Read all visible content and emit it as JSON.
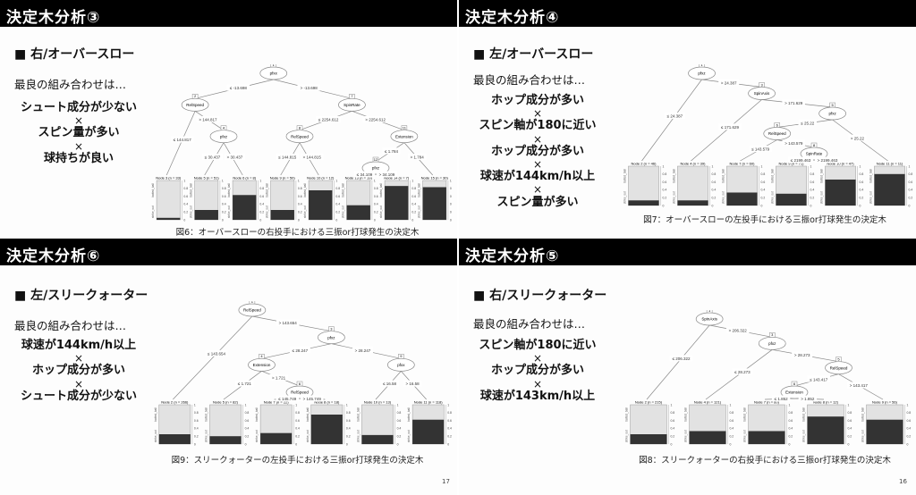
{
  "panels": {
    "p3": {
      "title": "決定木分析③",
      "heading": "■ 右/オーバースロー",
      "intro": "最良の組み合わせは…",
      "items": [
        "シュート成分が少ない",
        "スピン量が多い",
        "球持ちが良い"
      ],
      "times": "×",
      "caption": "図6：オーバースローの右投手における三振or打球発生の決定木"
    },
    "p4": {
      "title": "決定木分析④",
      "heading": "■ 左/オーバースロー",
      "intro": "最良の組み合わせは…",
      "items": [
        "ホップ成分が多い",
        "スピン軸が180に近い",
        "ホップ成分が多い",
        "球速が144km/h以上",
        "スピン量が多い"
      ],
      "times": "×",
      "caption": "図7：オーバースローの左投手における三振or打球発生の決定木"
    },
    "p6": {
      "title": "決定木分析⑥",
      "heading": "■ 左/スリークォーター",
      "intro": "最良の組み合わせは…",
      "items": [
        "球速が144km/h以上",
        "ホップ成分が多い",
        "シュート成分が少ない"
      ],
      "times": "×",
      "caption": "図9：スリークォーターの左投手における三振or打球発生の決定木",
      "page": "17"
    },
    "p5": {
      "title": "決定木分析⑤",
      "heading": "■ 右/スリークォーター",
      "intro": "最良の組み合わせは…",
      "items": [
        "スピン軸が180に近い",
        "ホップ成分が多い",
        "球速が143km/h以上"
      ],
      "times": "×",
      "caption": "図8：スリークォーターの右投手における三振or打球発生の決定木",
      "page": "16"
    }
  },
  "leaf_axis": {
    "ticks": [
      "0",
      "0.2",
      "0.4",
      "0.6",
      "0.8",
      "1"
    ],
    "class_labels": [
      "strike_out",
      "batted_ball"
    ]
  },
  "trees": {
    "p3": {
      "id": 1,
      "var": "pfxx",
      "kids": [
        {
          "edge": "≤ -13.698",
          "node": {
            "id": 2,
            "var": "RelSpeed",
            "kids": [
              {
                "edge": "≤ 144.817",
                "node": {
                  "id": 3,
                  "n": 33,
                  "p": 0.05
                }
              },
              {
                "edge": "> 144.817",
                "node": {
                  "id": 4,
                  "var": "pfxz",
                  "kids": [
                    {
                      "edge": "≤ 30.437",
                      "node": {
                        "id": 5,
                        "n": 51,
                        "p": 0.25
                      }
                    },
                    {
                      "edge": "> 30.437",
                      "node": {
                        "id": 6,
                        "n": 8,
                        "p": 0.63
                      }
                    }
                  ]
                }
              }
            ]
          }
        },
        {
          "edge": "> -13.698",
          "node": {
            "id": 7,
            "var": "SpinRate",
            "kids": [
              {
                "edge": "≤ 2254.612",
                "node": {
                  "id": 8,
                  "var": "RelSpeed",
                  "kids": [
                    {
                      "edge": "≤ 144.815",
                      "node": {
                        "id": 9,
                        "n": 50,
                        "p": 0.25
                      }
                    },
                    {
                      "edge": "> 144.815",
                      "node": {
                        "id": 10,
                        "n": 12,
                        "p": 0.75
                      }
                    }
                  ]
                }
              },
              {
                "edge": "> 2254.612",
                "node": {
                  "id": 11,
                  "var": "Extension",
                  "kids": [
                    {
                      "edge": "≤ 1.784",
                      "node": {
                        "id": 12,
                        "var": "pfxz",
                        "kids": [
                          {
                            "edge": "≤ 34.109",
                            "node": {
                              "id": 13,
                              "n": 19,
                              "p": 0.37
                            }
                          },
                          {
                            "edge": "> 34.109",
                            "node": {
                              "id": 14,
                              "n": 7,
                              "p": 0.86
                            }
                          }
                        ]
                      }
                    },
                    {
                      "edge": "> 1.784",
                      "node": {
                        "id": 15,
                        "n": 30,
                        "p": 0.83
                      }
                    }
                  ]
                }
              }
            ]
          }
        }
      ]
    },
    "p4": {
      "id": 1,
      "var": "pfxz",
      "kids": [
        {
          "edge": "≤ 24.387",
          "node": {
            "id": 2,
            "n": 46,
            "p": 0.13
          }
        },
        {
          "edge": "> 24.387",
          "node": {
            "id": 3,
            "var": "SpinAxis",
            "kids": [
              {
                "edge": "≤ 171.629",
                "node": {
                  "id": 4,
                  "n": 39,
                  "p": 0.13
                }
              },
              {
                "edge": "> 171.629",
                "node": {
                  "id": 5,
                  "var": "pfxz",
                  "kids": [
                    {
                      "edge": "≤ 25.22",
                      "node": {
                        "id": 6,
                        "var": "RelSpeed",
                        "kids": [
                          {
                            "edge": "≤ 143.579",
                            "node": {
                              "id": 7,
                              "n": 60,
                              "p": 0.33
                            }
                          },
                          {
                            "edge": "> 143.579",
                            "node": {
                              "id": 8,
                              "var": "SpinRate",
                              "kids": [
                                {
                                  "edge": "≤ 2199.463",
                                  "node": {
                                    "id": 9,
                                    "n": 71,
                                    "p": 0.3
                                  }
                                },
                                {
                                  "edge": "> 2199.463",
                                  "node": {
                                    "id": 10,
                                    "n": 47,
                                    "p": 0.66
                                  }
                                }
                              ]
                            }
                          }
                        ]
                      }
                    },
                    {
                      "edge": "> 25.22",
                      "node": {
                        "id": 11,
                        "n": 11,
                        "p": 0.8
                      }
                    }
                  ]
                }
              }
            ]
          }
        }
      ]
    },
    "p6": {
      "id": 1,
      "var": "RelSpeed",
      "kids": [
        {
          "edge": "≤ 143.654",
          "node": {
            "id": 2,
            "n": 266,
            "p": 0.25
          }
        },
        {
          "edge": "> 143.654",
          "node": {
            "id": 3,
            "var": "pfxz",
            "kids": [
              {
                "edge": "≤ 28.247",
                "node": {
                  "id": 4,
                  "var": "Extension",
                  "kids": [
                    {
                      "edge": "≤ 1.721",
                      "node": {
                        "id": 5,
                        "n": 82,
                        "p": 0.2
                      }
                    },
                    {
                      "edge": "> 1.721",
                      "node": {
                        "id": 6,
                        "var": "RelSpeed",
                        "kids": [
                          {
                            "edge": "≤ 145.749",
                            "node": {
                              "id": 7,
                              "n": 22,
                              "p": 0.28
                            }
                          },
                          {
                            "edge": "> 145.749",
                            "node": {
                              "id": 8,
                              "n": 18,
                              "p": 0.75
                            }
                          }
                        ]
                      }
                    }
                  ]
                }
              },
              {
                "edge": "> 28.247",
                "node": {
                  "id": 9,
                  "var": "pfxx",
                  "kids": [
                    {
                      "edge": "≤ 16.58",
                      "node": {
                        "id": 10,
                        "n": 13,
                        "p": 0.23
                      }
                    },
                    {
                      "edge": "> 16.58",
                      "node": {
                        "id": 11,
                        "n": 118,
                        "p": 0.62
                      }
                    }
                  ]
                }
              }
            ]
          }
        }
      ]
    },
    "p5": {
      "id": 1,
      "var": "SpinAxis",
      "kids": [
        {
          "edge": "≤ 206.322",
          "node": {
            "id": 2,
            "n": 215,
            "p": 0.25
          }
        },
        {
          "edge": "> 206.322",
          "node": {
            "id": 3,
            "var": "pfxz",
            "kids": [
              {
                "edge": "≤ 28.273",
                "node": {
                  "id": 4,
                  "n": 121,
                  "p": 0.33
                }
              },
              {
                "edge": "> 28.273",
                "node": {
                  "id": 5,
                  "var": "RelSpeed",
                  "kids": [
                    {
                      "edge": "≤ 143.417",
                      "node": {
                        "id": 6,
                        "var": "Extension",
                        "kids": [
                          {
                            "edge": "≤ 1.852",
                            "node": {
                              "id": 7,
                              "n": 60,
                              "p": 0.33
                            }
                          },
                          {
                            "edge": "> 1.852",
                            "node": {
                              "id": 8,
                              "n": 12,
                              "p": 0.7
                            }
                          }
                        ]
                      }
                    },
                    {
                      "edge": "> 143.417",
                      "node": {
                        "id": 9,
                        "n": 56,
                        "p": 0.62
                      }
                    }
                  ]
                }
              }
            ]
          }
        }
      ]
    }
  },
  "colors": {
    "bar": "#000000",
    "dark": "#333333",
    "light": "#e2e2e2"
  }
}
